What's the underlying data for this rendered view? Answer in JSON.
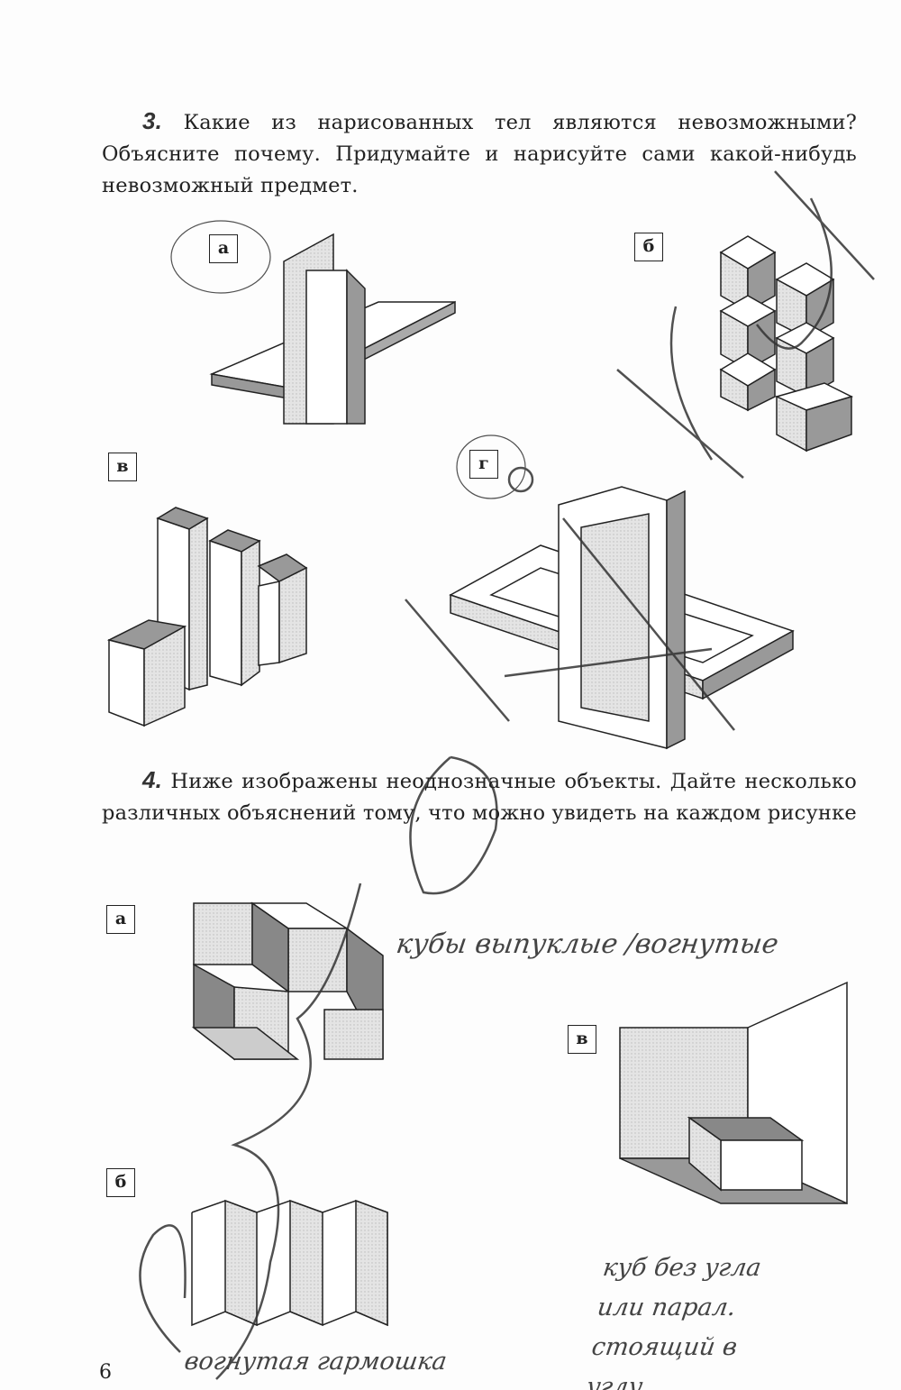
{
  "task3": {
    "number": "3.",
    "text": "Какие из нарисованных тел являются невозможными? Объясните почему. Придумайте и нарисуйте сами какой-нибудь невозможный предмет.",
    "labels": [
      "а",
      "б",
      "в",
      "г"
    ]
  },
  "task4": {
    "number": "4.",
    "text": "Ниже изображены неоднозначные объекты. Дайте несколько различных объяснений тому, что можно увидеть на каждом рисунке",
    "labels": [
      "а",
      "б",
      "в"
    ]
  },
  "handwriting": {
    "note_a": "кубы выпуклые /вогнутые",
    "note_b": "вогнутая гармошка",
    "note_v_lines": [
      "куб без угла",
      "или парал.",
      "стоящий в",
      "углу"
    ]
  },
  "page_number": "6"
}
